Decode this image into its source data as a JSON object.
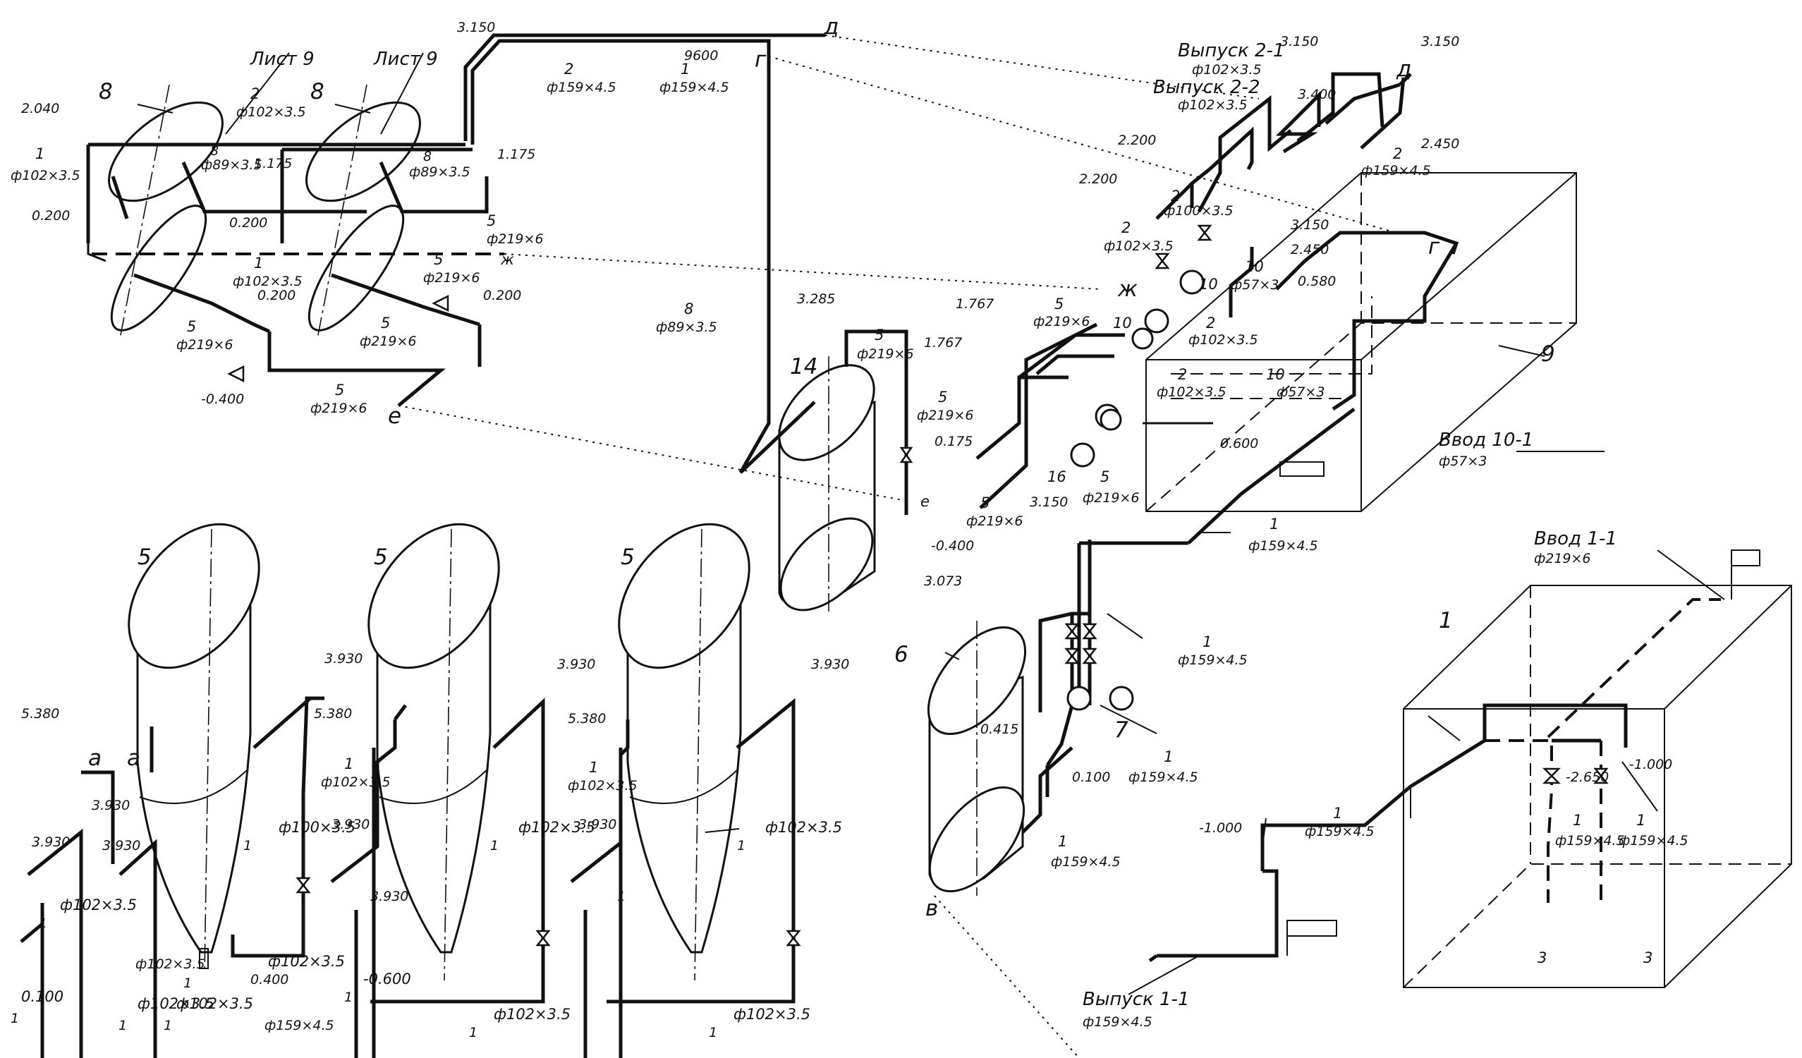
{
  "drawing": {
    "sheet_refs": [
      "Лист 9",
      "Лист 9"
    ],
    "outlets": [
      "Выпуск 2-1",
      "Выпуск 2-2",
      "Выпуск 1-1"
    ],
    "inlets": [
      "Ввод 10-1",
      "Ввод 1-1"
    ],
    "section_letters": [
      "д",
      "г",
      "ж",
      "е",
      "а",
      "в"
    ],
    "item_numbers": [
      "1",
      "2",
      "3",
      "5",
      "6",
      "7",
      "8",
      "9",
      "10",
      "14",
      "16"
    ],
    "pipe_sizes": [
      "ф102×3.5",
      "ф159×4.5",
      "ф219×6",
      "ф89×3.5",
      "ф100×3.5",
      "ф57×3"
    ],
    "elevations": [
      "3.150",
      "2.040",
      "1.175",
      "0.200",
      "-0.400",
      "3.285",
      "1.767",
      "0.175",
      "-0.400",
      "2.200",
      "3.400",
      "2.450",
      "0.580",
      "0.600",
      "3.073",
      "0.415",
      "0.100",
      "-1.000",
      "-2.650",
      "3.930",
      "5.380",
      "-0.600",
      "9600"
    ]
  },
  "labels": [
    {
      "t": "3.150"
    },
    {
      "t": "2"
    },
    {
      "t": "ф159×4.5"
    },
    {
      "t": "1"
    },
    {
      "t": "ф159×4.5"
    },
    {
      "t": "9600"
    },
    {
      "t": "д"
    },
    {
      "t": "г"
    },
    {
      "t": "Лист 9"
    },
    {
      "t": "Лист 9"
    },
    {
      "t": "8"
    },
    {
      "t": "8"
    },
    {
      "t": "2.040"
    },
    {
      "t": "1"
    },
    {
      "t": "ф102×3.5"
    },
    {
      "t": "2"
    },
    {
      "t": "ф102×3.5"
    },
    {
      "t": "8"
    },
    {
      "t": "ф89×3.5"
    },
    {
      "t": "1.175"
    },
    {
      "t": "8"
    },
    {
      "t": "ф89×3.5"
    },
    {
      "t": "1.175"
    },
    {
      "t": "0.200"
    },
    {
      "t": "0.200"
    },
    {
      "t": "5"
    },
    {
      "t": "ф219×6"
    },
    {
      "t": "ж"
    },
    {
      "t": "1"
    },
    {
      "t": "ф102×3.5"
    },
    {
      "t": "5"
    },
    {
      "t": "ф219×6"
    },
    {
      "t": "0.200"
    },
    {
      "t": "0.200"
    },
    {
      "t": "5"
    },
    {
      "t": "ф219×6"
    },
    {
      "t": "5"
    },
    {
      "t": "ф219×6"
    },
    {
      "t": "-0.400"
    },
    {
      "t": "5"
    },
    {
      "t": "ф219×6"
    },
    {
      "t": "е"
    },
    {
      "t": "8"
    },
    {
      "t": "ф89×3.5"
    },
    {
      "t": "3.285"
    },
    {
      "t": "5"
    },
    {
      "t": "ф219×6"
    },
    {
      "t": "14"
    },
    {
      "t": "е"
    },
    {
      "t": "-0.400"
    },
    {
      "t": "Выпуск 2-1"
    },
    {
      "t": "ф102×3.5"
    },
    {
      "t": "Выпуск 2-2"
    },
    {
      "t": "ф102×3.5"
    },
    {
      "t": "3.150"
    },
    {
      "t": "3.400"
    },
    {
      "t": "3.150"
    },
    {
      "t": "д"
    },
    {
      "t": "2.200"
    },
    {
      "t": "2.200"
    },
    {
      "t": "2"
    },
    {
      "t": "ф100×3.5"
    },
    {
      "t": "2"
    },
    {
      "t": "ф102×3.5"
    },
    {
      "t": "2"
    },
    {
      "t": "ф159×4.5"
    },
    {
      "t": "2.450"
    },
    {
      "t": "г"
    },
    {
      "t": "3.150"
    },
    {
      "t": "2.450"
    },
    {
      "t": "10"
    },
    {
      "t": "ф57×3"
    },
    {
      "t": "0.580"
    },
    {
      "t": "ж"
    },
    {
      "t": "10"
    },
    {
      "t": "10"
    },
    {
      "t": "1.767"
    },
    {
      "t": "5"
    },
    {
      "t": "ф219×6"
    },
    {
      "t": "1.767"
    },
    {
      "t": "5"
    },
    {
      "t": "ф219×6"
    },
    {
      "t": "2"
    },
    {
      "t": "ф102×3.5"
    },
    {
      "t": "2"
    },
    {
      "t": "ф102×3.5"
    },
    {
      "t": "10"
    },
    {
      "t": "ф57×3"
    },
    {
      "t": "9"
    },
    {
      "t": "0.175"
    },
    {
      "t": "16"
    },
    {
      "t": "5"
    },
    {
      "t": "ф219×6"
    },
    {
      "t": "5"
    },
    {
      "t": "ф219×6"
    },
    {
      "t": "3.150"
    },
    {
      "t": "0.600"
    },
    {
      "t": "Ввод 10-1"
    },
    {
      "t": "ф57×3"
    },
    {
      "t": "1"
    },
    {
      "t": "ф159×4.5"
    },
    {
      "t": "Ввод 1-1"
    },
    {
      "t": "ф219×6"
    },
    {
      "t": "1"
    },
    {
      "t": "5"
    },
    {
      "t": "5"
    },
    {
      "t": "5"
    },
    {
      "t": "3.073"
    },
    {
      "t": "6"
    },
    {
      "t": "1"
    },
    {
      "t": "ф159×4.5"
    },
    {
      "t": "7"
    },
    {
      "t": "0.415"
    },
    {
      "t": "1"
    },
    {
      "t": "ф159×4.5"
    },
    {
      "t": "0.100"
    },
    {
      "t": "1"
    },
    {
      "t": "ф159×4.5"
    },
    {
      "t": "в"
    },
    {
      "t": "-1.000"
    },
    {
      "t": "1"
    },
    {
      "t": "ф159×4.5"
    },
    {
      "t": "-2.650"
    },
    {
      "t": "-1.000"
    },
    {
      "t": "1"
    },
    {
      "t": "ф159×4.5"
    },
    {
      "t": "1"
    },
    {
      "t": "ф159×4.5"
    },
    {
      "t": "3"
    },
    {
      "t": "3"
    },
    {
      "t": "Выпуск 1-1"
    },
    {
      "t": "ф159×4.5"
    },
    {
      "t": "3.930"
    },
    {
      "t": "3.930"
    },
    {
      "t": "3.930"
    },
    {
      "t": "5.380"
    },
    {
      "t": "а"
    },
    {
      "t": "а"
    },
    {
      "t": "5.380"
    },
    {
      "t": "5.380"
    },
    {
      "t": "1"
    },
    {
      "t": "ф102×3.5"
    },
    {
      "t": "1"
    },
    {
      "t": "ф102×3.5"
    },
    {
      "t": "3.930"
    },
    {
      "t": "3.930"
    },
    {
      "t": "3.930"
    },
    {
      "t": "3.930"
    },
    {
      "t": "3.930"
    },
    {
      "t": "3.930"
    },
    {
      "t": "1"
    },
    {
      "t": "ф100×3.5"
    },
    {
      "t": "1"
    },
    {
      "t": "ф102×3.5"
    },
    {
      "t": "1"
    },
    {
      "t": "ф102×3.5"
    },
    {
      "t": "1"
    },
    {
      "t": "ф102×3.5"
    },
    {
      "t": "1"
    },
    {
      "t": "ф102×3.5"
    },
    {
      "t": "1"
    },
    {
      "t": "ф102×3.5"
    },
    {
      "t": "0.400"
    },
    {
      "t": "0.100"
    },
    {
      "t": "1"
    },
    {
      "t": "ф102×3.5"
    },
    {
      "t": "1"
    },
    {
      "t": "ф102×3.5"
    },
    {
      "t": "1"
    },
    {
      "t": "ф159×4.5"
    },
    {
      "t": "-0.600"
    },
    {
      "t": "1"
    },
    {
      "t": "ф102×3.5"
    },
    {
      "t": "1"
    },
    {
      "t": "ф102×3.5"
    },
    {
      "t": "1"
    },
    {
      "t": "ф102×3.5"
    }
  ]
}
